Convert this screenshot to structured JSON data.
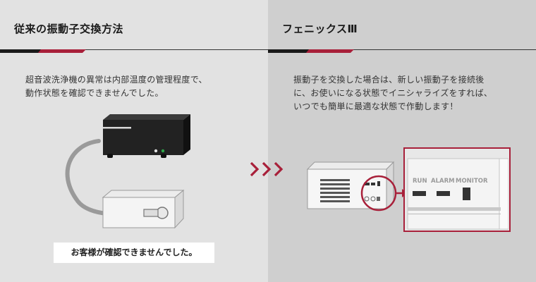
{
  "left": {
    "title": "従来の振動子交換方法",
    "desc_line1": "超音波洗浄機の異常は内部温度の管理程度で、",
    "desc_line2": "動作状態を確認できませんでした。",
    "message": "お客様が確認できませんでした。"
  },
  "right": {
    "title": "フェニックスⅢ",
    "desc_line1": "振動子を交換した場合は、新しい振動子を接続後",
    "desc_line2": "に、お使いになる状態でイニシャライズをすれば、",
    "desc_line3": "いつでも簡単に最適な状態で作動します！",
    "panel_labels": {
      "run": "RUN",
      "alarm": "ALARM",
      "monitor": "MONITOR"
    }
  },
  "colors": {
    "left_bg": "#e2e2e2",
    "right_bg": "#cfcfcf",
    "accent": "#a8203a",
    "dark": "#1a1a1a"
  },
  "icons": {
    "arrows": "chevron-right-icon"
  }
}
